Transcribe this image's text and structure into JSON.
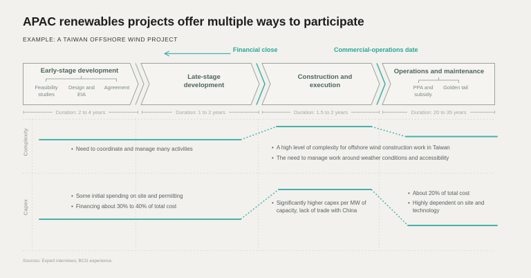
{
  "title": "APAC renewables projects offer multiple ways to participate",
  "subtitle": "EXAMPLE: A TAIWAN OFFSHORE WIND PROJECT",
  "milestones": {
    "financial_close": "Financial close",
    "commercial_operations": "Commercial-operations date"
  },
  "phases": [
    {
      "title": "Early-stage development",
      "sub_items": [
        "Feasibility studies",
        "Design and EIA",
        "Agreement"
      ],
      "duration": "Duration: 2 to 4 years"
    },
    {
      "title": "Late-stage development",
      "sub_items": [],
      "duration": "Duration: 1 to 2 years"
    },
    {
      "title": "Construction and execution",
      "sub_items": [],
      "duration": "Duration: 1.5 to 2 years"
    },
    {
      "title": "Operations and maintenance",
      "sub_items": [
        "PPA and subsidy",
        "Golden tail"
      ],
      "duration": "Duration: 20 to 35 years"
    }
  ],
  "rows": [
    {
      "label": "Complexity",
      "bullets_early": [
        "Need to coordinate and manage many activities"
      ],
      "bullets_construction": [
        "A high level of complexity for offshore wind construction work in Taiwan",
        "The need to manage work around weather conditions and accessibility"
      ],
      "bullets_operations": []
    },
    {
      "label": "Capex",
      "bullets_early": [
        "Some initial spending on site and permitting",
        "Financing about 30% to 40% of total cost"
      ],
      "bullets_construction": [
        "Significantly higher capex per MW of capacity, lack of trade with China"
      ],
      "bullets_operations": [
        "About 20% of total cost",
        "Highly dependent on site and technology"
      ]
    }
  ],
  "source": "Sources: Expert interviews; BCG experience.",
  "colors": {
    "background": "#f2f1ee",
    "accent_teal": "#2aa795",
    "line_teal": "#46b2a7",
    "box_border": "#9aa29c",
    "phase_title": "#4e655b"
  }
}
